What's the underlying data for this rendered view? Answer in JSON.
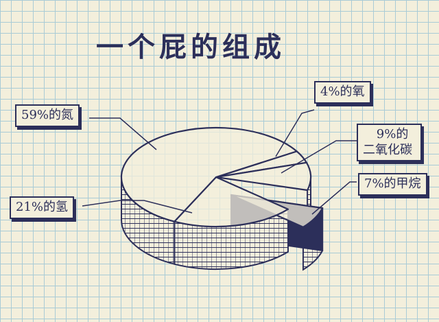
{
  "chart_data": {
    "type": "pie",
    "title": "一个屁的组成",
    "slices": [
      {
        "name": "的氧",
        "label": "4%的氧",
        "value": 4
      },
      {
        "name": "的二氧化碳",
        "label": "9%的二氧化碳",
        "label_line1": "9%的",
        "label_line2": "二氧化碳",
        "value": 9
      },
      {
        "name": "的甲烷",
        "label": "7%的甲烷",
        "value": 7,
        "exploded": true
      },
      {
        "name": "的氢",
        "label": "21%的氢",
        "value": 21
      },
      {
        "name": "的氮",
        "label": "59%的氮",
        "value": 59
      }
    ],
    "colors": {
      "ink": "#2c2f5a",
      "paper": "#f3efdc",
      "grid": "#a9cbd6"
    }
  }
}
